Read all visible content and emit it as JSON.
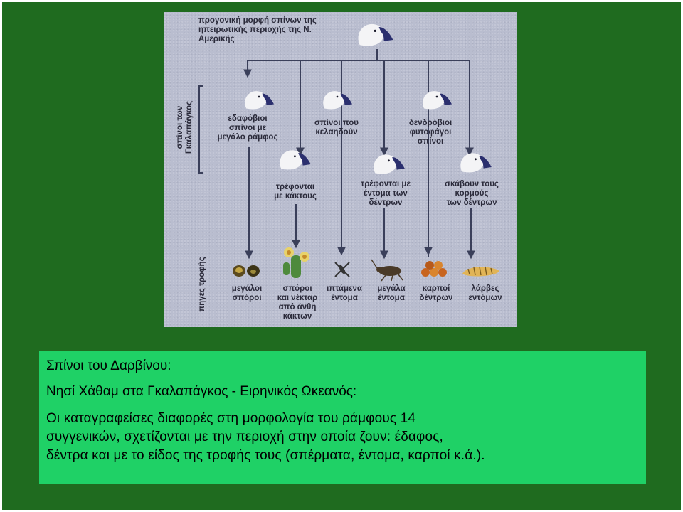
{
  "diagram": {
    "ancestor": "προγονική μορφή σπίνων της\nηπειρωτικής περιοχής της Ν.\nΑμερικής",
    "group_label": "σπίνοι των\nΓκαλαπάγκος",
    "food_sources_label": "πηγές τροφής",
    "finch_types": [
      "εδαφόβιοι\nσπίνοι με\nμεγάλο ράμφος",
      "σπίνοι που\nκελαηδούν",
      "δενδρόβιοι\nφυτοφάγοι\nσπίνοι",
      "τρέφονται\nμε κάκτους",
      "τρέφονται με\nέντομα των\nδέντρων",
      "σκάβουν τους\nκορμούς\nτων δέντρων"
    ],
    "food_items": [
      "μεγάλοι\nσπόροι",
      "σπόροι\nκαι νέκταρ\nαπό άνθη\nκάκτων",
      "ιπτάμενα\nέντομα",
      "μεγάλα\nέντομα",
      "καρποί\nδέντρων",
      "λάρβες\nεντόμων"
    ]
  },
  "text_box": {
    "title": "Σπίνοι του Δαρβίνου:",
    "subtitle": "Νησί Χάθαμ στα Γκαλαπάγκος - Ειρηνικός Ωκεανός:",
    "body_lines": [
      "Οι καταγραφείσες διαφορές στη μορφολογία του ράμφους 14",
      "συγγενικών, σχετίζονται με την περιοχή στην οποία ζουν: έδαφος,",
      "δέντρα και με το είδος της τροφής τους (σπέρματα, έντομα, καρποί κ.ά.)."
    ]
  },
  "colors": {
    "slide_background": "#1f6b1f",
    "text_box_background": "#1fd166",
    "diagram_background": "#b9bdcf",
    "beak_color": "#2b2f6e",
    "line_color": "#3a3f5a"
  }
}
